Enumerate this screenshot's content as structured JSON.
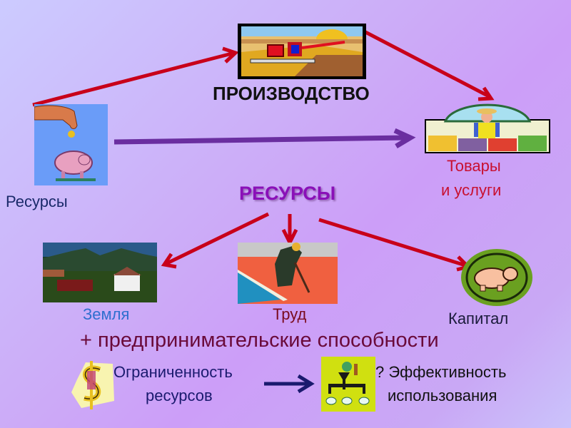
{
  "slide": {
    "title": "ПРОИЗВОДСТВО",
    "resources_left_label": "Ресурсы",
    "goods_label_line1": "Товары",
    "goods_label_line2": "и услуги",
    "resources_heading": "РЕСУРСЫ",
    "factors": [
      {
        "label": "Земля",
        "color": "#2f6fcf",
        "icon": "farmland-image"
      },
      {
        "label": "Труд",
        "color": "#7a0b1e",
        "icon": "worker-image"
      },
      {
        "label": "Капитал",
        "color": "#1a1a3a",
        "icon": "pig-badge-image"
      }
    ],
    "entrepreneurship": "+ предпринимательские способности",
    "scarcity_line1": "Ограниченность",
    "scarcity_line2": "ресурсов",
    "efficiency_line1": "? Эффективность",
    "efficiency_line2": "использования",
    "colors": {
      "red_arrow": "#c8001a",
      "purple_arrow": "#6a2ea0",
      "navy_arrow": "#1a1a6e",
      "title": "#111111",
      "heading": "#8a10b8",
      "goods": "#c81030",
      "resources_left": "#1a2a6a",
      "entrepreneurship": "#6a0a3a",
      "scarcity": "#1a1a6e",
      "efficiency": "#111111"
    }
  }
}
